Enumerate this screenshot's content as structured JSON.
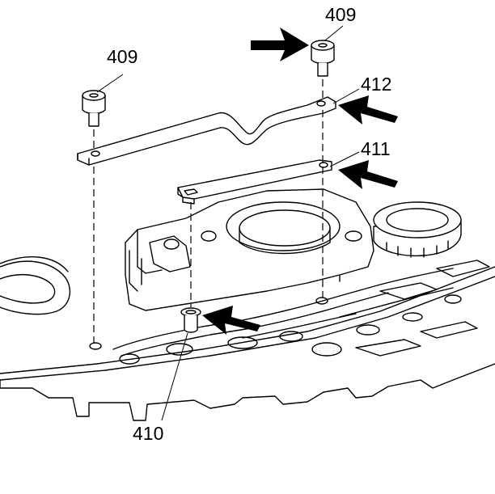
{
  "callouts": {
    "bolt_right": "409",
    "bolt_left": "409",
    "bracket_upper": "412",
    "bracket_lower": "411",
    "sleeve": "410"
  }
}
